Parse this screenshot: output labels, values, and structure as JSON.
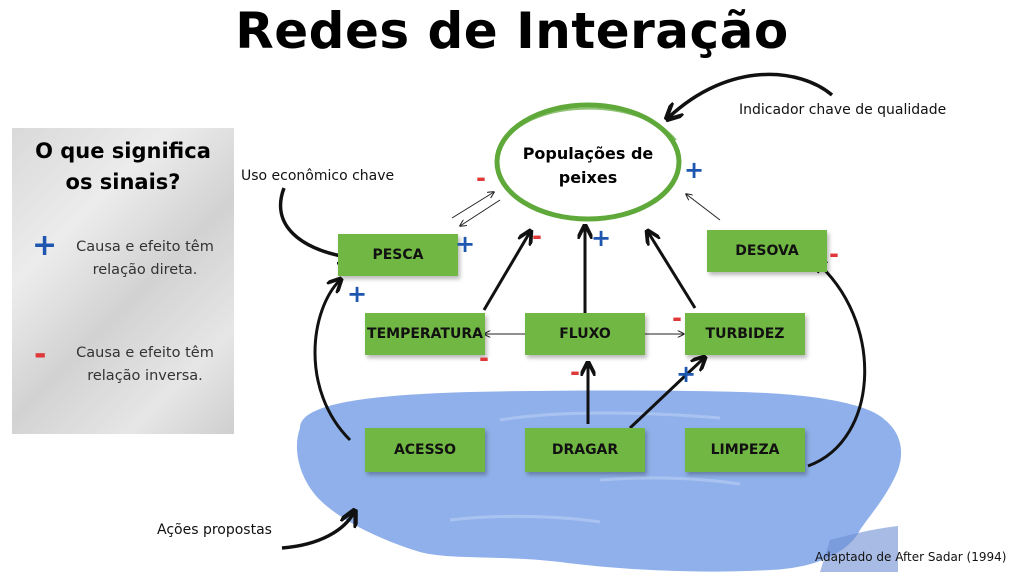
{
  "title": "Redes de Interação",
  "legend": {
    "heading_line1": "O que significa",
    "heading_line2": "os sinais?",
    "plus_symbol": "+",
    "plus_line1": "Causa e efeito têm",
    "plus_line2": "relação direta.",
    "minus_symbol": "-",
    "minus_line1": "Causa e efeito têm",
    "minus_line2": "relação inversa."
  },
  "central_node": {
    "line1": "Populações de",
    "line2": "peixes"
  },
  "nodes": {
    "pesca": "PESCA",
    "desova": "DESOVA",
    "temperatura": "TEMPERATURA",
    "fluxo": "FLUXO",
    "turbidez": "TURBIDEZ",
    "acesso": "ACESSO",
    "dragar": "DRAGAR",
    "limpeza": "LIMPEZA"
  },
  "annotations": {
    "uso": "Uso econômico chave",
    "indicador": "Indicador chave de qualidade",
    "acoes": "Ações propostas",
    "fonte": "Adaptado de After Sadar (1994)"
  },
  "signs": {
    "plus": "+",
    "minus": "-"
  },
  "colors": {
    "box_green": "#71b743",
    "ring_green": "#5fa83a",
    "water_blue": "#8fb0ea",
    "plus_blue": "#1f56b0",
    "minus_red": "#e03838"
  }
}
